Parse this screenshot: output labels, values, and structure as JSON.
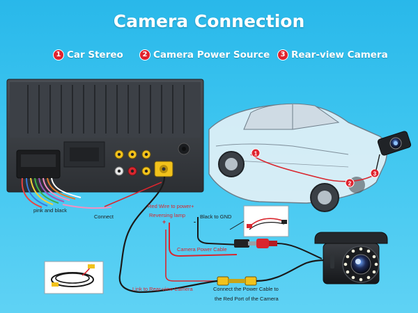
{
  "title": "Camera Connection",
  "legend": [
    {
      "num": "1",
      "label": "Car Stereo"
    },
    {
      "num": "2",
      "label": "Camera Power Source"
    },
    {
      "num": "3",
      "label": "Rear-view Camera"
    }
  ],
  "car_markers": [
    "1",
    "2",
    "3"
  ],
  "labels": {
    "pink_black": "pink and black",
    "connect": "Connect",
    "red_wire_line1": "Red Wire to power+",
    "red_wire_line2": "Reversing lamp",
    "plus_sign": "+",
    "black_gnd": "Black to GND",
    "minus_sign": "-",
    "camera_power_cable": "Camera Power Cable",
    "link_rearview": "Link to Rear-view Camera",
    "connect_power_line1": "Connect the Power Cable to",
    "connect_power_line2": "the Red Port of the Camera"
  },
  "colors": {
    "background": "#3fc6f0",
    "marker_red": "#e0232e",
    "wire_red": "#d9262e",
    "wire_black": "#1a1a1a",
    "label_red": "#d9262e",
    "connector_yellow": "#f2c21b"
  }
}
